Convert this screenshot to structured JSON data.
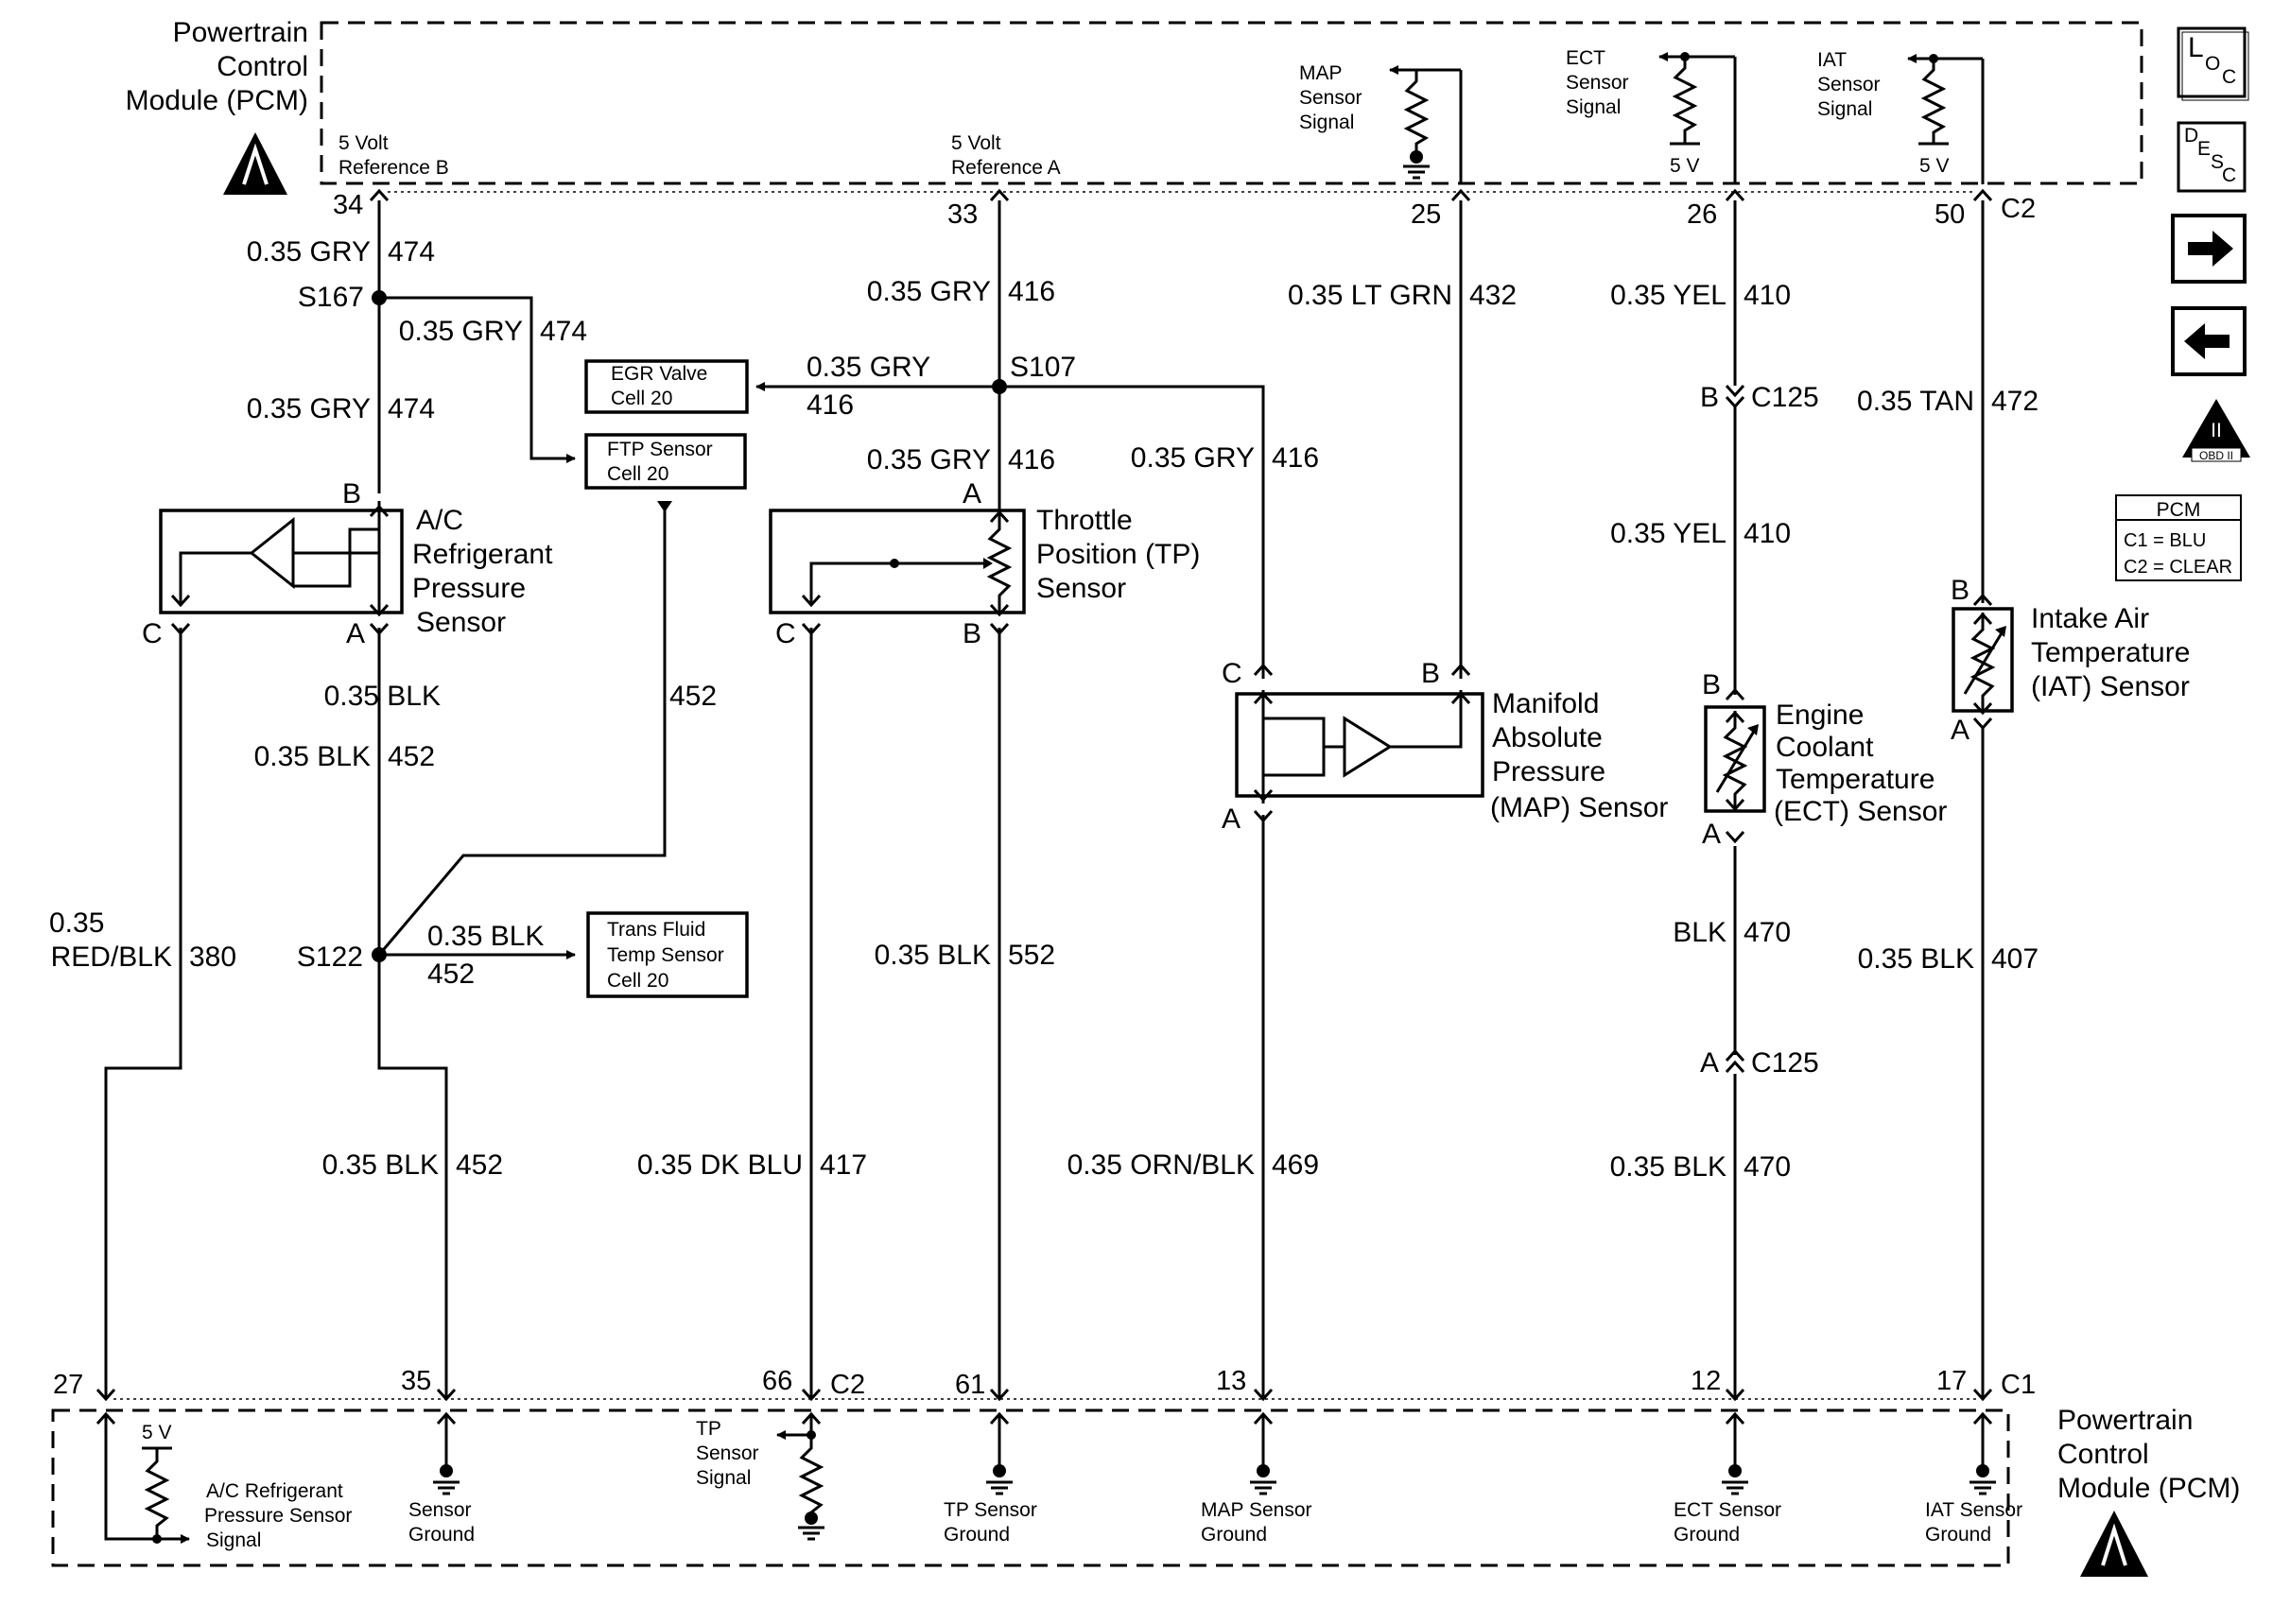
{
  "pcm_top": {
    "title_l1": "Powertrain",
    "title_l2": "Control",
    "title_l3": "Module (PCM)"
  },
  "pcm_bottom": {
    "title_l1": "Powertrain",
    "title_l2": "Control",
    "title_l3": "Module (PCM)"
  },
  "top_labels": {
    "ref_b_l1": "5 Volt",
    "ref_b_l2": "Reference B",
    "ref_a_l1": "5 Volt",
    "ref_a_l2": "Reference A",
    "map_l1": "MAP",
    "map_l2": "Sensor",
    "map_l3": "Signal",
    "ect_l1": "ECT",
    "ect_l2": "Sensor",
    "ect_l3": "Signal",
    "iat_l1": "IAT",
    "iat_l2": "Sensor",
    "iat_l3": "Signal",
    "five_v": "5 V"
  },
  "top_pins": {
    "p34": "34",
    "p33": "33",
    "p25": "25",
    "p26": "26",
    "p50": "50",
    "c2": "C2"
  },
  "bottom_pins": {
    "p27": "27",
    "p35": "35",
    "p66": "66",
    "c2": "C2",
    "p61": "61",
    "p13": "13",
    "p12": "12",
    "p17": "17",
    "c1": "C1"
  },
  "bottom_labels": {
    "five_v": "5 V",
    "ac_l1": "A/C Refrigerant",
    "ac_l2": "Pressure Sensor",
    "ac_l3": "Signal",
    "sg_l1": "Sensor",
    "sg_l2": "Ground",
    "tp_l1": "TP",
    "tp_l2": "Sensor",
    "tp_l3": "Signal",
    "tpg_l1": "TP Sensor",
    "tpg_l2": "Ground",
    "mapg_l1": "MAP Sensor",
    "mapg_l2": "Ground",
    "ectg_l1": "ECT Sensor",
    "ectg_l2": "Ground",
    "iatg_l1": "IAT Sensor",
    "iatg_l2": "Ground"
  },
  "wires": {
    "w474a_g": "0.35 GRY",
    "w474a_n": "474",
    "w474b_g": "0.35 GRY",
    "w474b_n": "474",
    "w474c_g": "0.35 GRY",
    "w474c_n": "474",
    "w416a_g": "0.35 GRY",
    "w416a_n": "416",
    "w416b_g": "0.35 GRY",
    "w416b_n": "416",
    "w416c_g": "0.35 GRY",
    "w416c_n": "416",
    "w416d_g": "0.35 GRY",
    "w416d_n": "416",
    "w432_g": "0.35 LT GRN",
    "w432_n": "432",
    "w410a_g": "0.35 YEL",
    "w410a_n": "410",
    "w410b_g": "0.35 YEL",
    "w410b_n": "410",
    "w472_g": "0.35 TAN",
    "w472_n": "472",
    "w452a_g": "0.35 BLK",
    "w452a_n": "452",
    "w452b_g": "0.35 BLK",
    "w452b_n": "452",
    "w452c_g": "0.35 BLK",
    "w452c_n": "452",
    "w452d_g": "0.35 BLK",
    "w452d_n": "452",
    "w380_g1": "0.35",
    "w380_g2": "RED/BLK",
    "w380_n": "380",
    "w552_g": "0.35 BLK",
    "w552_n": "552",
    "w417_g": "0.35 DK BLU",
    "w417_n": "417",
    "w469_g": "0.35 ORN/BLK",
    "w469_n": "469",
    "w470a_g": "BLK",
    "w470a_n": "470",
    "w470b_g": "0.35 BLK",
    "w470b_n": "470",
    "w407_g": "0.35 BLK",
    "w407_n": "407"
  },
  "splices": {
    "s167": "S167",
    "s107": "S107",
    "s122": "S122"
  },
  "connectors": {
    "c125": "C125",
    "b": "B",
    "a": "A"
  },
  "ref_boxes": {
    "egr_l1": "EGR Valve",
    "egr_l2": "Cell 20",
    "ftp_l1": "FTP Sensor",
    "ftp_l2": "Cell 20",
    "tft_l1": "Trans Fluid",
    "tft_l2": "Temp Sensor",
    "tft_l3": "Cell 20"
  },
  "components": {
    "ac_l1": "A/C",
    "ac_l2": "Refrigerant",
    "ac_l3": "Pressure",
    "ac_l4": "Sensor",
    "tp_l1": "Throttle",
    "tp_l2": "Position (TP)",
    "tp_l3": "Sensor",
    "map_l1": "Manifold",
    "map_l2": "Absolute",
    "map_l3": "Pressure",
    "map_l4": "(MAP) Sensor",
    "ect_l1": "Engine",
    "ect_l2": "Coolant",
    "ect_l3": "Temperature",
    "ect_l4": "(ECT) Sensor",
    "iat_l1": "Intake Air",
    "iat_l2": "Temperature",
    "iat_l3": "(IAT) Sensor"
  },
  "pins": {
    "a": "A",
    "b": "B",
    "c": "C"
  },
  "side_icons": {
    "loc_l": "L",
    "loc_o": "O",
    "loc_c": "C",
    "desc_d": "D",
    "desc_e": "E",
    "desc_s": "S",
    "desc_c": "C",
    "obd_roman": "II",
    "obd_text": "OBD II"
  },
  "pcm_legend": {
    "title": "PCM",
    "c1": "C1 = BLU",
    "c2": "C2 = CLEAR"
  }
}
